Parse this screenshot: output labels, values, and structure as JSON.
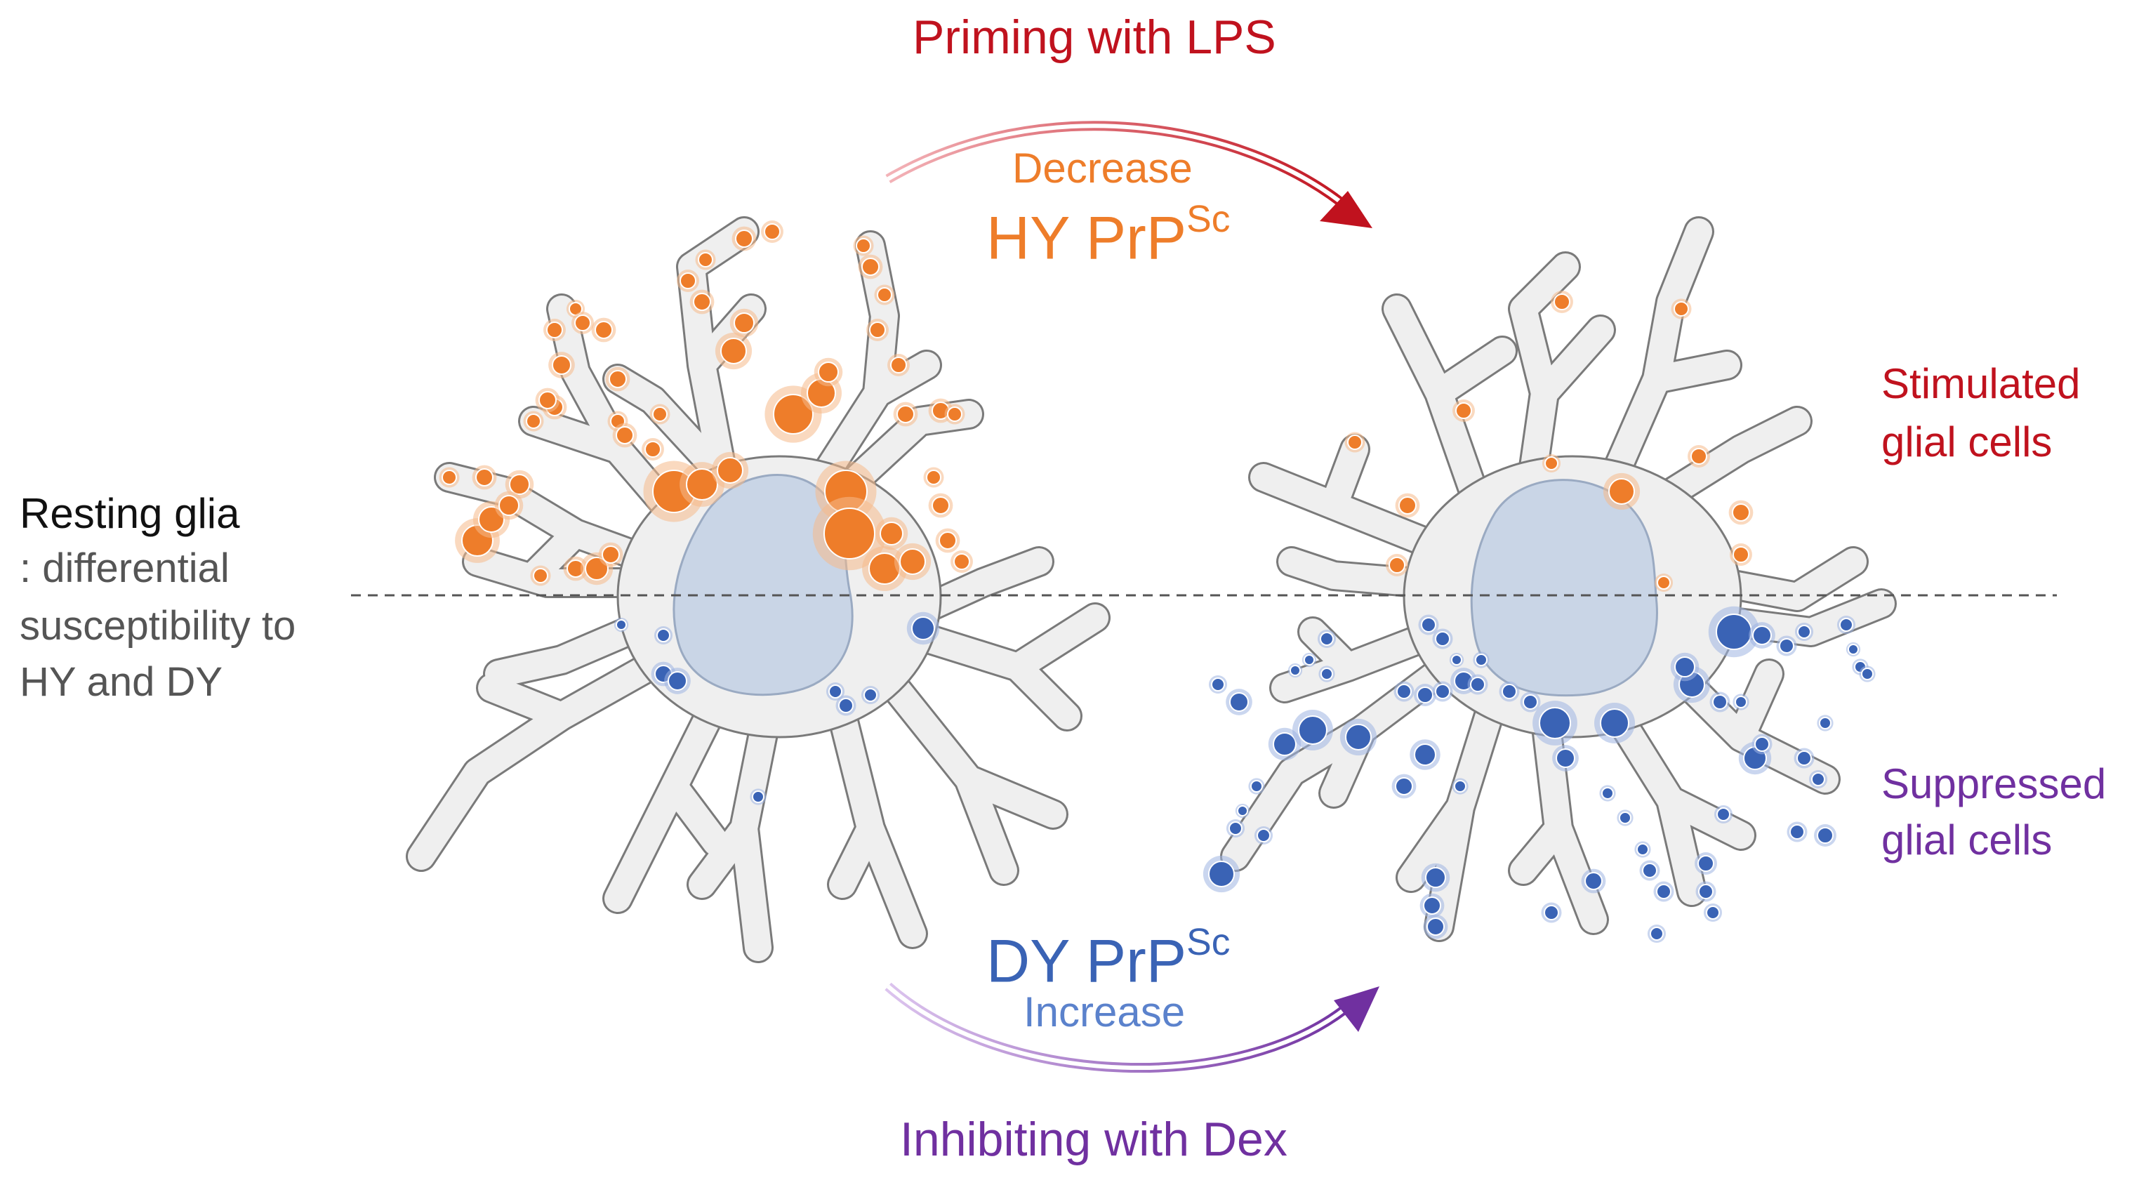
{
  "labels": {
    "priming": "Priming with LPS",
    "decrease": "Decrease",
    "hy": "HY PrP",
    "sc": "Sc",
    "stimulated_1": "Stimulated",
    "stimulated_2": "glial cells",
    "resting_title": "Resting glia",
    "resting_1": ": differential",
    "resting_2": "susceptibility to",
    "resting_3": "HY and DY",
    "dy": "DY PrP",
    "increase": "Increase",
    "suppressed_1": "Suppressed",
    "suppressed_2": "glial cells",
    "inhibiting": "Inhibiting with Dex"
  },
  "colors": {
    "lps_red": "#c0121e",
    "hy_orange": "#ee7d2a",
    "dy_blue": "#3a63b5",
    "increase_blue": "#5b82cc",
    "dex_purple": "#7030a0",
    "resting_gray": "#555555",
    "cell_fill": "#efefef",
    "cell_stroke": "#7a7a7a",
    "nucleus": "#c9d5e6"
  },
  "icons": [
    "glial-cell-illustration",
    "curved-arrow-icon"
  ]
}
